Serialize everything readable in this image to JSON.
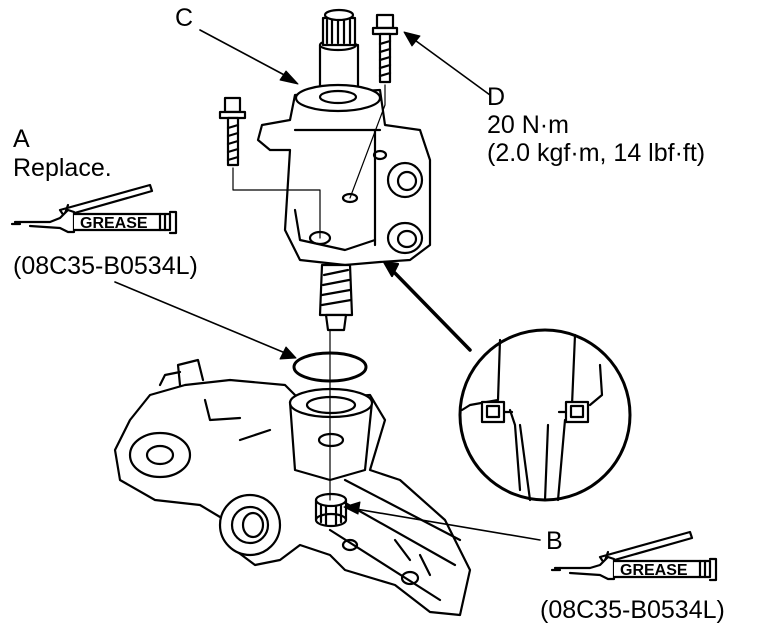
{
  "callouts": {
    "A": {
      "letter": "A",
      "note": "Replace."
    },
    "B": {
      "letter": "B"
    },
    "C": {
      "letter": "C"
    },
    "D": {
      "letter": "D",
      "torque_metric": "20 N·m",
      "torque_alt": "(2.0 kgf·m, 14 lbf·ft)"
    }
  },
  "grease_tool": {
    "label": "GREASE",
    "part_number": "(08C35-B0534L)"
  }
}
